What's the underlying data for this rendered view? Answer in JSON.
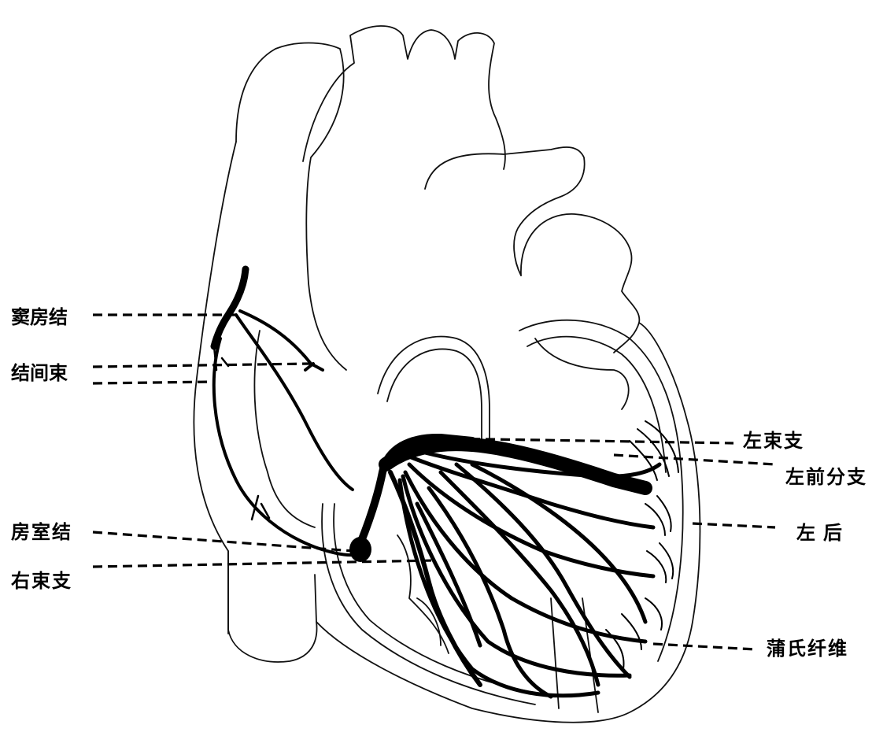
{
  "diagram": {
    "labels": {
      "sinoatrial_node": "窦房结",
      "internodal_tract": "结间束",
      "av_node": "房室结",
      "right_bundle_branch": "右束支",
      "left_bundle_branch": "左束支",
      "left_anterior_fascicle": "左前分支",
      "left_posterior": "左后",
      "purkinje_fibers": "蒲氏纤维"
    },
    "colors": {
      "line": "#000000",
      "background": "#ffffff"
    }
  }
}
